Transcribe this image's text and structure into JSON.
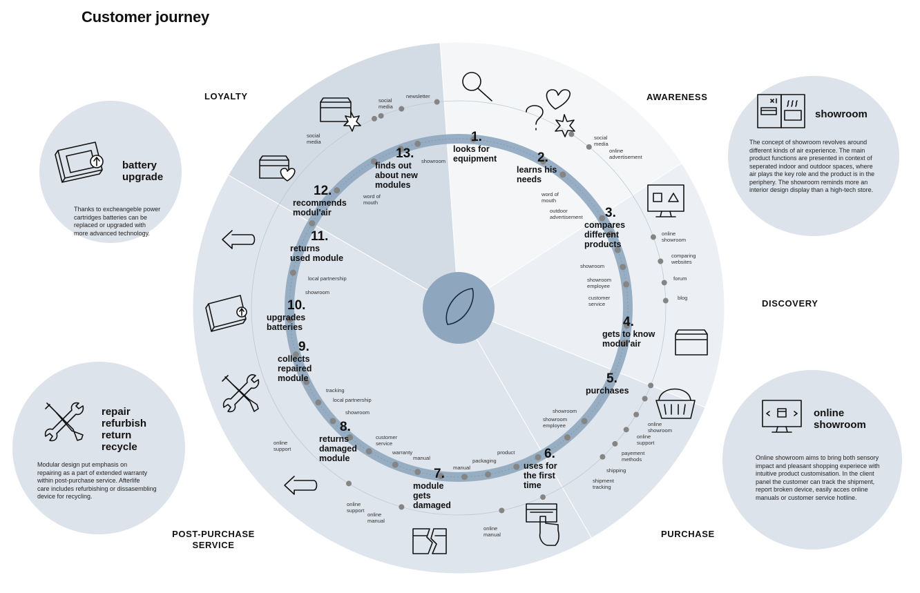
{
  "title": "Customer journey",
  "phases": {
    "loyalty": "LOYALTY",
    "awareness": "AWARENESS",
    "discovery": "DISCOVERY",
    "purchase": "PURCHASE",
    "post_purchase": [
      "POST-PURCHASE",
      "SERVICE"
    ]
  },
  "side_circles": {
    "battery": {
      "title": [
        "battery",
        "upgrade"
      ],
      "desc": [
        "Thanks to excheangeble power",
        "cartridges batteries can be",
        "replaced or upgraded with",
        "more advanced technology."
      ]
    },
    "repair": {
      "title": [
        "repair",
        "refurbish",
        "return",
        "recycle"
      ],
      "desc": [
        "Modular design put emphasis on",
        "repairing as a part of extended warranty",
        "within post-purchase service. Afterlife",
        "care includes refurbishing or dissasembling",
        "device for recycling."
      ]
    },
    "showroom": {
      "title": [
        "showroom"
      ],
      "desc": [
        "The concept of showroom revolves around",
        "different kinds of air experience. The main",
        "product functions are presented in context of",
        "seperated indoor and outdoor spaces, where",
        "air plays the key role and the product is in the",
        "periphery. The showroom reminds more an",
        "interior design display than a high-tech store."
      ]
    },
    "online": {
      "title": [
        "online",
        "showroom"
      ],
      "desc": [
        "Online showroom aims to bring both sensory",
        "impact and pleasant shopping experiece with",
        "intuitive product customisation. In the client",
        "panel the customer can track the shipment,",
        "report broken device, easily acces online",
        "manuals or customer service hotline."
      ]
    }
  },
  "steps": [
    {
      "num": "1.",
      "lines": [
        "looks for",
        "equipment"
      ]
    },
    {
      "num": "2.",
      "lines": [
        "learns his",
        "needs"
      ]
    },
    {
      "num": "3.",
      "lines": [
        "compares",
        "different",
        "products"
      ]
    },
    {
      "num": "4.",
      "lines": [
        "gets to know",
        "modul'air"
      ]
    },
    {
      "num": "5.",
      "lines": [
        "purchases"
      ]
    },
    {
      "num": "6.",
      "lines": [
        "uses for",
        "the first",
        "time"
      ]
    },
    {
      "num": "7.",
      "lines": [
        "module",
        "gets",
        "damaged"
      ]
    },
    {
      "num": "8.",
      "lines": [
        "returns",
        "damaged",
        "module"
      ]
    },
    {
      "num": "9.",
      "lines": [
        "collects",
        "repaired",
        "module"
      ]
    },
    {
      "num": "10.",
      "lines": [
        "upgrades",
        "batteries"
      ]
    },
    {
      "num": "11.",
      "lines": [
        "returns",
        "used module"
      ]
    },
    {
      "num": "12.",
      "lines": [
        "recommends",
        "modul'air"
      ]
    },
    {
      "num": "13.",
      "lines": [
        "finds out",
        "about new",
        "modules"
      ]
    }
  ],
  "touchpoints": [
    [
      "social",
      "media"
    ],
    [
      "newsletter"
    ],
    [
      "social",
      "media"
    ],
    [
      "social",
      "media"
    ],
    [
      "online",
      "advertisement"
    ],
    [
      "word of",
      "mouth"
    ],
    [
      "outdoor",
      "advertisement"
    ],
    [
      "online",
      "showroom"
    ],
    [
      "comparing",
      "websites"
    ],
    [
      "forum"
    ],
    [
      "blog"
    ],
    [
      "showroom"
    ],
    [
      "showroom",
      "employee"
    ],
    [
      "customer",
      "service"
    ],
    [
      "showroom"
    ],
    [
      "showroom",
      "employee"
    ],
    [
      "online",
      "showroom"
    ],
    [
      "online",
      "support"
    ],
    [
      "payement",
      "methods"
    ],
    [
      "shipping"
    ],
    [
      "shipment",
      "tracking"
    ],
    [
      "product"
    ],
    [
      "packaging"
    ],
    [
      "manual"
    ],
    [
      "online",
      "manual"
    ],
    [
      "online",
      "support"
    ],
    [
      "online",
      "manual"
    ],
    [
      "customer",
      "service"
    ],
    [
      "warranty"
    ],
    [
      "manual"
    ],
    [
      "online",
      "support"
    ],
    [
      "tracking"
    ],
    [
      "local partnership"
    ],
    [
      "showroom"
    ],
    [
      "local partnership"
    ],
    [
      "showroom"
    ],
    [
      "word of",
      "mouth"
    ],
    [
      "showroom"
    ]
  ],
  "colors": {
    "ring": "#8ea6be",
    "segment_dark": "#d3dbe4",
    "segment_mid": "#dfe5ec",
    "segment_light": "#ecf0f4",
    "segment_lightest": "#f4f6f8",
    "circle": "#dde3ea",
    "hub": "#8ea6be",
    "dot": "#858585"
  }
}
